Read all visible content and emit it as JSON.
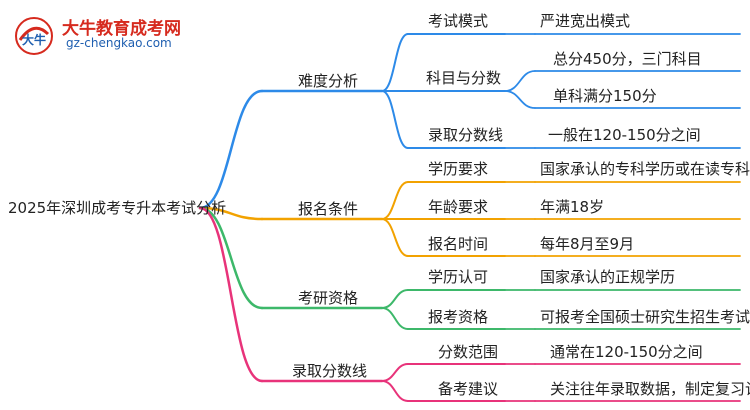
{
  "logo": {
    "title": "大牛教育成考网",
    "url": "gz-chengkao.com",
    "mark_text": "大牛"
  },
  "root": {
    "label": "2025年深圳成考专升本考试分析"
  },
  "colors": {
    "blue": "#2d8ae8",
    "orange": "#f2a200",
    "green": "#3db86a",
    "pink": "#e8337a",
    "logo_red": "#d62a1e",
    "logo_blue": "#1f5fb0"
  },
  "branches": [
    {
      "label": "难度分析",
      "color": "blue",
      "children": [
        {
          "label": "考试模式",
          "leaves": [
            "严进宽出模式"
          ]
        },
        {
          "label": "科目与分数",
          "leaves": [
            "总分450分，三门科目",
            "单科满分150分"
          ]
        },
        {
          "label": "录取分数线",
          "leaves": [
            "一般在120-150分之间"
          ]
        }
      ]
    },
    {
      "label": "报名条件",
      "color": "orange",
      "children": [
        {
          "label": "学历要求",
          "leaves": [
            "国家承认的专科学历或在读专科生"
          ]
        },
        {
          "label": "年龄要求",
          "leaves": [
            "年满18岁"
          ]
        },
        {
          "label": "报名时间",
          "leaves": [
            "每年8月至9月"
          ]
        }
      ]
    },
    {
      "label": "考研资格",
      "color": "green",
      "children": [
        {
          "label": "学历认可",
          "leaves": [
            "国家承认的正规学历"
          ]
        },
        {
          "label": "报考资格",
          "leaves": [
            "可报考全国硕士研究生招生考试"
          ]
        }
      ]
    },
    {
      "label": "录取分数线",
      "color": "pink",
      "children": [
        {
          "label": "分数范围",
          "leaves": [
            "通常在120-150分之间"
          ]
        },
        {
          "label": "备考建议",
          "leaves": [
            "关注往年录取数据，制定复习计划"
          ]
        }
      ]
    }
  ]
}
